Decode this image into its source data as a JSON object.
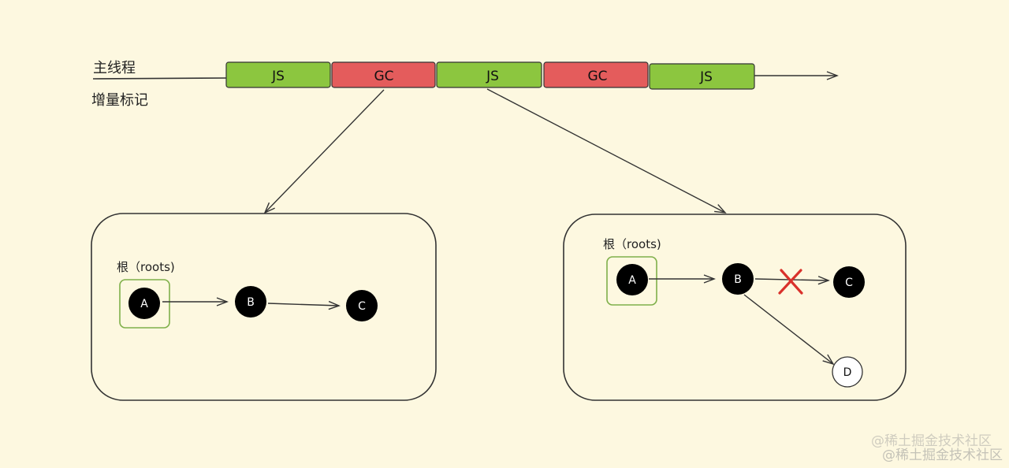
{
  "labels": {
    "main_thread": "主线程",
    "incremental_marking": "增量标记"
  },
  "timeline": {
    "segments": [
      {
        "label": "JS",
        "type": "js"
      },
      {
        "label": "GC",
        "type": "gc"
      },
      {
        "label": "JS",
        "type": "js"
      },
      {
        "label": "GC",
        "type": "gc"
      },
      {
        "label": "JS",
        "type": "js"
      }
    ]
  },
  "left_panel": {
    "roots_label": "根（roots)",
    "nodes": {
      "a": "A",
      "b": "B",
      "c": "C"
    }
  },
  "right_panel": {
    "roots_label": "根（roots)",
    "nodes": {
      "a": "A",
      "b": "B",
      "c": "C",
      "d": "D"
    }
  },
  "watermark": "@稀土掘金技术社区",
  "colors": {
    "background": "#fdf8e0",
    "js_segment": "#8cc63f",
    "gc_segment": "#e45c5c",
    "root_box": "#7fb04a",
    "node_fill": "#000000",
    "new_node_fill": "#ffffff",
    "cross": "#d9312b"
  }
}
